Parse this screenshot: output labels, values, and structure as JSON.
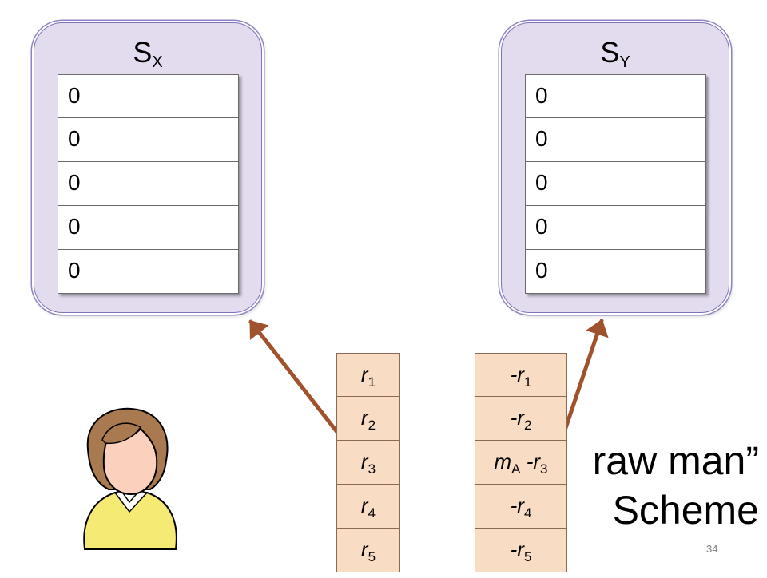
{
  "server_x": {
    "title": "S",
    "subscript": "X",
    "shares": [
      "0",
      "0",
      "0",
      "0",
      "0"
    ]
  },
  "server_y": {
    "title": "S",
    "subscript": "Y",
    "shares": [
      "0",
      "0",
      "0",
      "0",
      "0"
    ]
  },
  "masks_positive": [
    {
      "prefix": "",
      "var": "r",
      "sub": "1"
    },
    {
      "prefix": "",
      "var": "r",
      "sub": "2"
    },
    {
      "prefix": "",
      "var": "r",
      "sub": "3"
    },
    {
      "prefix": "",
      "var": "r",
      "sub": "4"
    },
    {
      "prefix": "",
      "var": "r",
      "sub": "5"
    }
  ],
  "masks_negative": [
    {
      "pre_var": "",
      "pre_sub": "",
      "prefix": "-",
      "var": "r",
      "sub": "1"
    },
    {
      "pre_var": "",
      "pre_sub": "",
      "prefix": "-",
      "var": "r",
      "sub": "2"
    },
    {
      "pre_var": "m",
      "pre_sub": "A",
      "prefix": " -",
      "var": "r",
      "sub": "3"
    },
    {
      "pre_var": "",
      "pre_sub": "",
      "prefix": "-",
      "var": "r",
      "sub": "4"
    },
    {
      "pre_var": "",
      "pre_sub": "",
      "prefix": "-",
      "var": "r",
      "sub": "5"
    }
  ],
  "scheme_title": "raw man”\nScheme",
  "slide_number": "34",
  "colors": {
    "arrow": "#a0522d",
    "server_fill": "#e3dcef",
    "mask_fill": "#f9dcc4",
    "person_shirt": "#f5ea73",
    "person_hair": "#a9794f",
    "person_skin": "#fbd1bd"
  },
  "icons": {
    "client": "person-icon"
  }
}
